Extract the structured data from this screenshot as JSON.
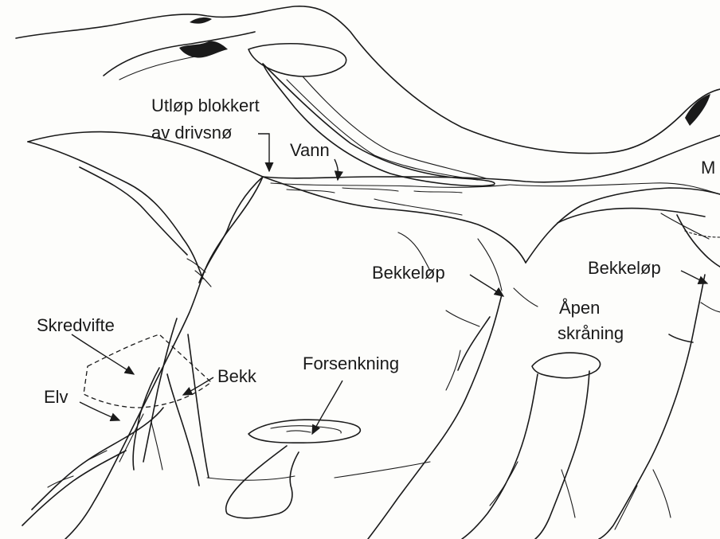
{
  "labels": {
    "utlop_line1": "Utløp blokkert",
    "utlop_line2": "av drivsnø",
    "vann": "Vann",
    "m_partial": "M",
    "bekkelop_1": "Bekkeløp",
    "bekkelop_2": "Bekkeløp",
    "apen_line1": "Åpen",
    "apen_line2": "skråning",
    "skredvifte": "Skredvifte",
    "bekk": "Bekk",
    "forsenkning": "Forsenkning",
    "elv": "Elv"
  },
  "colors": {
    "ink": "#1a1a1a",
    "paper": "#fdfdfb"
  }
}
